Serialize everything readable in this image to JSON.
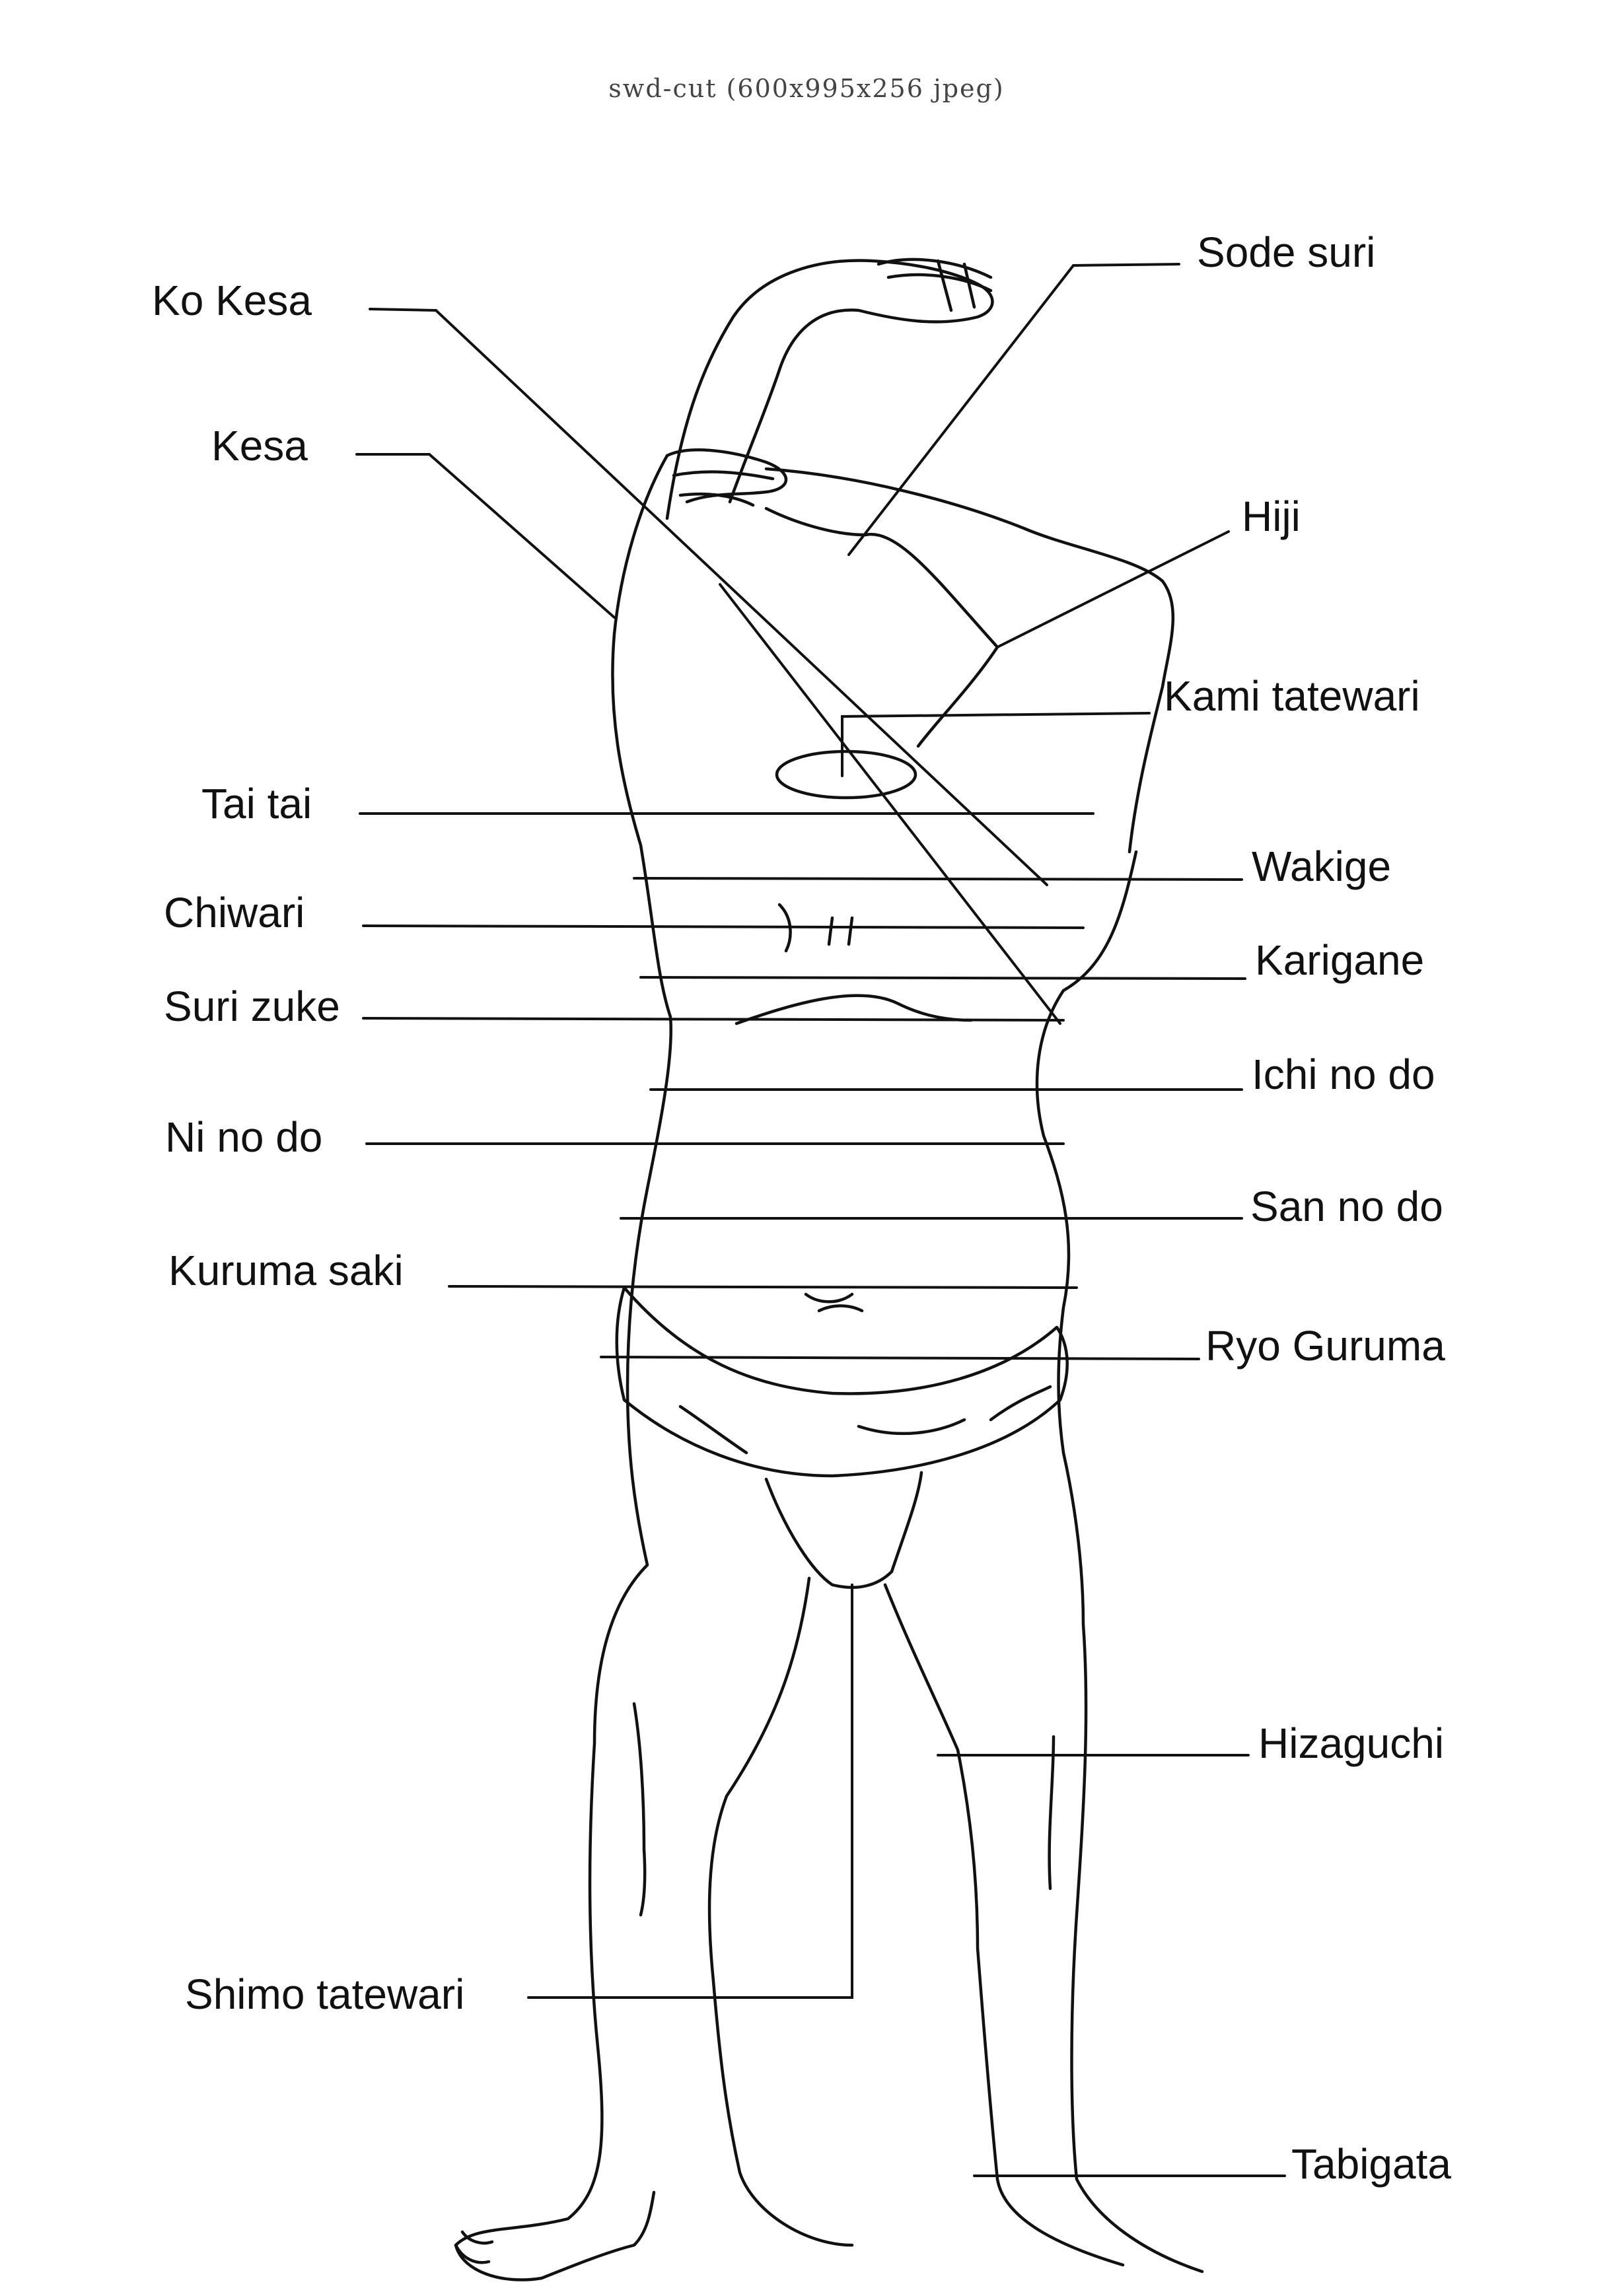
{
  "header": {
    "text": "swd-cut (600x995x256 jpeg)"
  },
  "labels": {
    "ko_kesa": "Ko Kesa",
    "kesa": "Kesa",
    "sode_suri": "Sode suri",
    "hiji": "Hiji",
    "kami_tatewari": "Kami tatewari",
    "tai_tai": "Tai tai",
    "wakige": "Wakige",
    "chiwari": "Chiwari",
    "karigane": "Karigane",
    "suri_zuke": "Suri zuke",
    "ichi_no_do": "Ichi no do",
    "ni_no_do": "Ni no do",
    "san_no_do": "San no do",
    "kuruma_saki": "Kuruma saki",
    "ryo_guruma": "Ryo Guruma",
    "hizaguchi": "Hizaguchi",
    "shimo_tatewari": "Shimo tatewari",
    "tabigata": "Tabigata"
  }
}
